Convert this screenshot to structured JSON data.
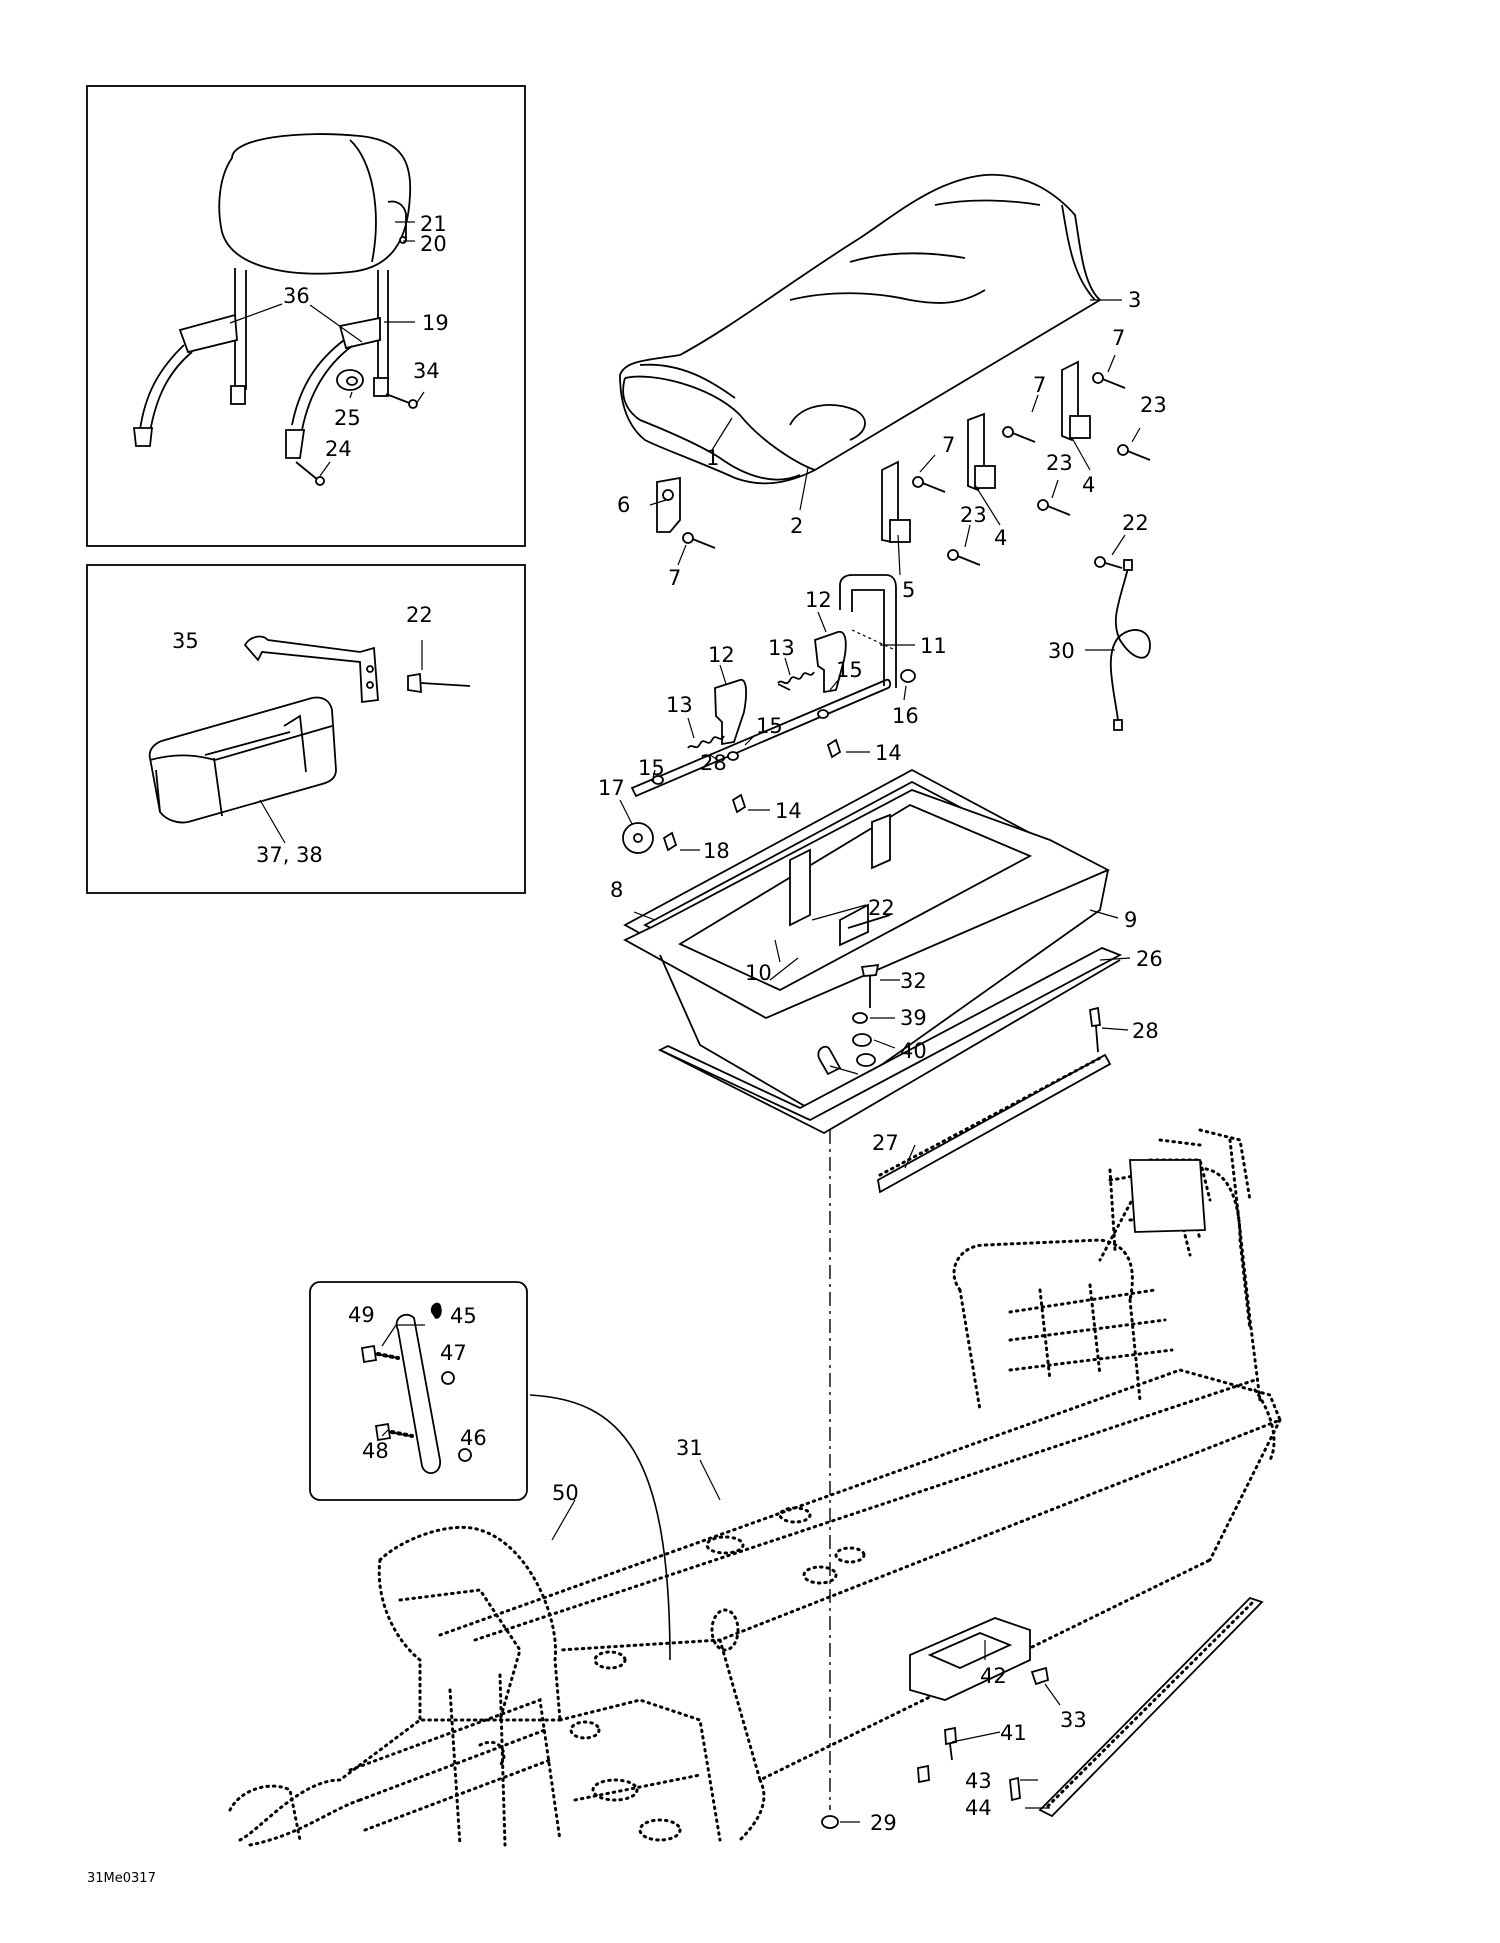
{
  "diagram": {
    "reference_code": "31Me0317",
    "callouts": [
      {
        "id": "c21",
        "text": "21"
      },
      {
        "id": "c20",
        "text": "20"
      },
      {
        "id": "c36",
        "text": "36"
      },
      {
        "id": "c19",
        "text": "19"
      },
      {
        "id": "c34",
        "text": "34"
      },
      {
        "id": "c25",
        "text": "25"
      },
      {
        "id": "c24",
        "text": "24"
      },
      {
        "id": "c35",
        "text": "35"
      },
      {
        "id": "c22a",
        "text": "22"
      },
      {
        "id": "c3738",
        "text": "37, 38"
      },
      {
        "id": "c3",
        "text": "3"
      },
      {
        "id": "c1",
        "text": "1"
      },
      {
        "id": "c2",
        "text": "2"
      },
      {
        "id": "c6",
        "text": "6"
      },
      {
        "id": "c7a",
        "text": "7"
      },
      {
        "id": "c7b",
        "text": "7"
      },
      {
        "id": "c7c",
        "text": "7"
      },
      {
        "id": "c7d",
        "text": "7"
      },
      {
        "id": "c23a",
        "text": "23"
      },
      {
        "id": "c23b",
        "text": "23"
      },
      {
        "id": "c23c",
        "text": "23"
      },
      {
        "id": "c4a",
        "text": "4"
      },
      {
        "id": "c4b",
        "text": "4"
      },
      {
        "id": "c5",
        "text": "5"
      },
      {
        "id": "c22b",
        "text": "22"
      },
      {
        "id": "c30",
        "text": "30"
      },
      {
        "id": "c11",
        "text": "11"
      },
      {
        "id": "c12a",
        "text": "12"
      },
      {
        "id": "c12b",
        "text": "12"
      },
      {
        "id": "c13a",
        "text": "13"
      },
      {
        "id": "c13b",
        "text": "13"
      },
      {
        "id": "c15a",
        "text": "15"
      },
      {
        "id": "c15b",
        "text": "15"
      },
      {
        "id": "c15c",
        "text": "15"
      },
      {
        "id": "c16",
        "text": "16"
      },
      {
        "id": "c28a",
        "text": "28"
      },
      {
        "id": "c14a",
        "text": "14"
      },
      {
        "id": "c14b",
        "text": "14"
      },
      {
        "id": "c17",
        "text": "17"
      },
      {
        "id": "c18",
        "text": "18"
      },
      {
        "id": "c8",
        "text": "8"
      },
      {
        "id": "c9",
        "text": "9"
      },
      {
        "id": "c22c",
        "text": "22"
      },
      {
        "id": "c10",
        "text": "10"
      },
      {
        "id": "c32",
        "text": "32"
      },
      {
        "id": "c26",
        "text": "26"
      },
      {
        "id": "c39",
        "text": "39"
      },
      {
        "id": "c40",
        "text": "40"
      },
      {
        "id": "c28b",
        "text": "28"
      },
      {
        "id": "c27",
        "text": "27"
      },
      {
        "id": "c49",
        "text": "49"
      },
      {
        "id": "c45",
        "text": "45"
      },
      {
        "id": "c47",
        "text": "47"
      },
      {
        "id": "c48",
        "text": "48"
      },
      {
        "id": "c46",
        "text": "46"
      },
      {
        "id": "c31",
        "text": "31"
      },
      {
        "id": "c50",
        "text": "50"
      },
      {
        "id": "c42",
        "text": "42"
      },
      {
        "id": "c33",
        "text": "33"
      },
      {
        "id": "c41",
        "text": "41"
      },
      {
        "id": "c43",
        "text": "43"
      },
      {
        "id": "c44",
        "text": "44"
      },
      {
        "id": "c29",
        "text": "29"
      }
    ]
  }
}
